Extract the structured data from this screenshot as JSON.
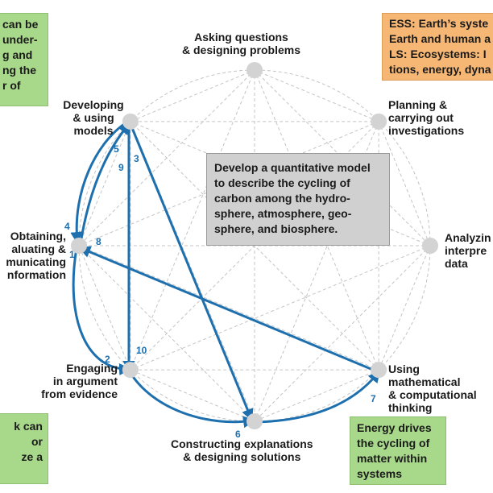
{
  "practices": {
    "asking": [
      "Asking questions",
      "& designing problems"
    ],
    "planning": [
      "Planning &",
      "carrying out",
      "investigations"
    ],
    "analyzing": [
      "Analyzin",
      "interpre",
      "data"
    ],
    "using_math": [
      "Using",
      "mathematical",
      "& computational",
      "thinking"
    ],
    "constructing": [
      "Constructing explanations",
      "& designing solutions"
    ],
    "engaging": [
      "Engaging",
      "in argument",
      "from evidence"
    ],
    "obtaining": [
      "Obtaining,",
      "aluating &",
      "municating",
      "nformation"
    ],
    "developing": [
      "Developing",
      "& using",
      "models"
    ]
  },
  "boxes": {
    "center_task": [
      "Develop a quantitative model",
      "to describe the cycling of",
      "carbon among the hydro-",
      "sphere, atmosphere, geo-",
      "sphere, and biosphere."
    ],
    "top_left_green": [
      "can be",
      "under-",
      "g and",
      "ng the",
      "r of"
    ],
    "top_right_orange": [
      "ESS: Earth’s syste",
      "Earth and human a",
      "LS: Ecosystems: I",
      "tions, energy, dyna"
    ],
    "bottom_right_green": [
      "Energy drives",
      "the cycling of",
      "matter within",
      "systems"
    ],
    "bottom_left_green": [
      "k can",
      "or",
      "ze a"
    ]
  },
  "steps": {
    "s1": "1",
    "s2": "2",
    "s3": "3",
    "s4": "4",
    "s5": "5",
    "s6": "6",
    "s7": "7",
    "s8": "8",
    "s9": "9",
    "s10": "10"
  },
  "colors": {
    "arrow": "#1d6fae",
    "node": "#d3d3d3",
    "web": "#c4c4c4",
    "green_box": "#a8d98a",
    "orange_box": "#f7b774",
    "gray_box": "#d0d0d0"
  }
}
